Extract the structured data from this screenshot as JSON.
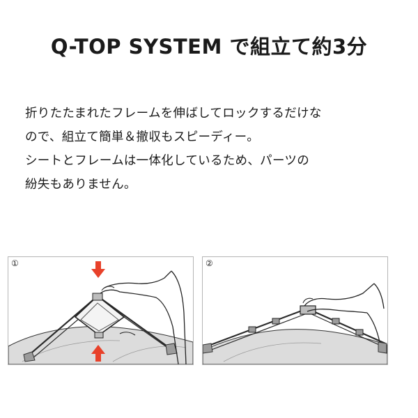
{
  "headline": "Q-TOP SYSTEM で組立て約3分",
  "description": [
    "折りたたまれたフレームを伸ばしてロックするだけな",
    "ので、組立て簡単＆撤収もスピーディー。",
    "シートとフレームは一体化しているため、パーツの",
    "紛失もありません。"
  ],
  "steps": [
    {
      "number": "①"
    },
    {
      "number": "②"
    }
  ],
  "colors": {
    "arrow": "#e8412a",
    "line": "#222222",
    "fabric": "#dedede"
  }
}
